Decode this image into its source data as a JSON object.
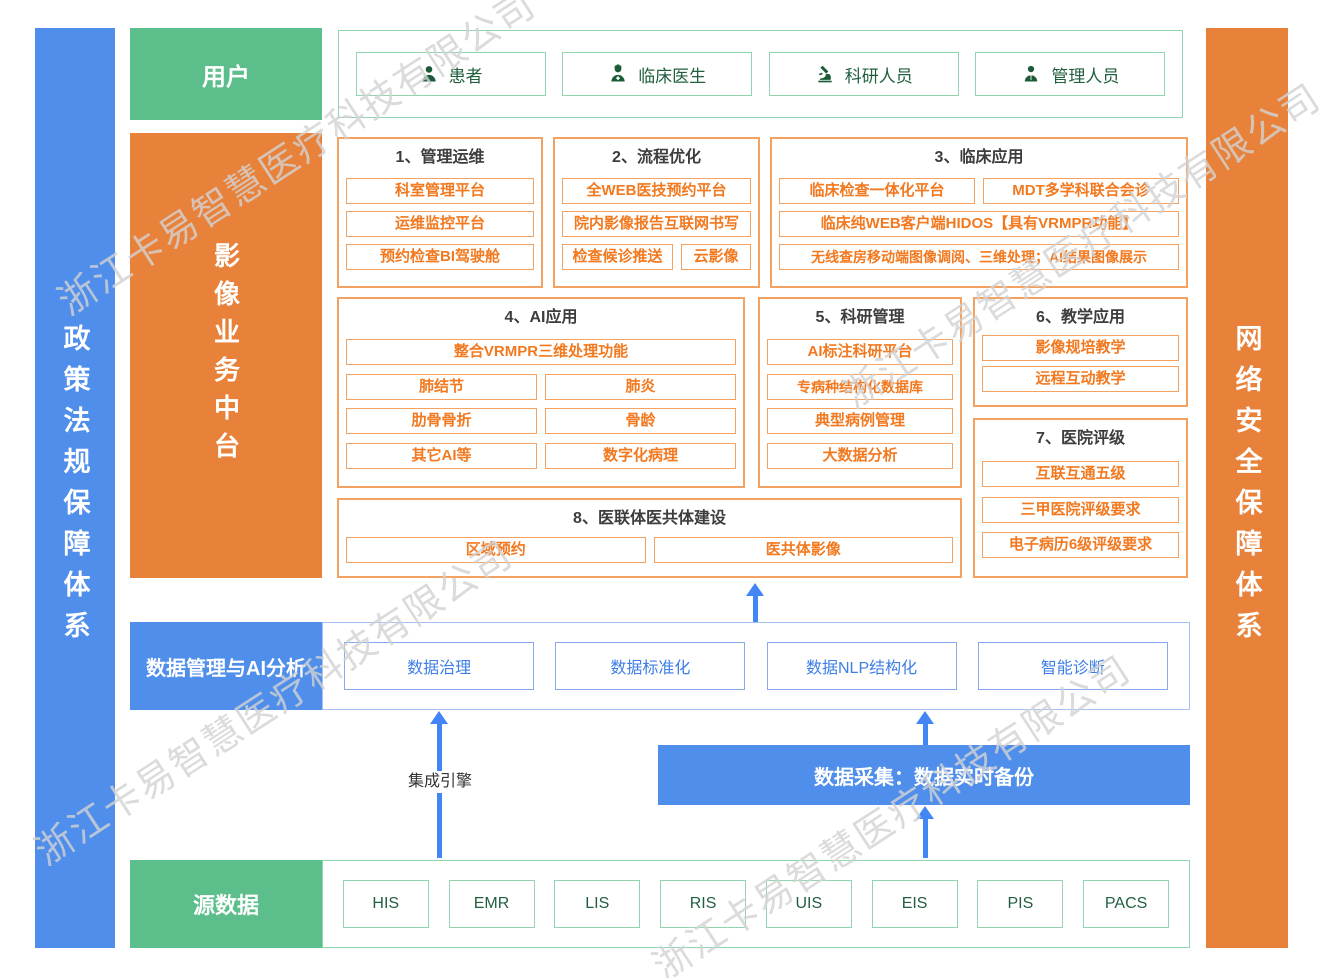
{
  "watermark": {
    "text": "浙江卡易智慧医疗科技有限公司"
  },
  "side_bars": {
    "left": "政策法规保障体系",
    "right": "网络安全保障体系"
  },
  "user_row": {
    "label": "用户",
    "items": [
      {
        "icon": "patient-icon",
        "label": "患者"
      },
      {
        "icon": "doctor-icon",
        "label": "临床医生"
      },
      {
        "icon": "microscope-icon",
        "label": "科研人员"
      },
      {
        "icon": "admin-icon",
        "label": "管理人员"
      }
    ]
  },
  "platform": {
    "label": "影像业务中台",
    "sections": [
      {
        "title": "1、管理运维",
        "items": [
          "科室管理平台",
          "运维监控平台",
          "预约检查BI驾驶舱"
        ]
      },
      {
        "title": "2、流程优化",
        "items": [
          "全WEB医技预约平台",
          "院内影像报告互联网书写",
          "检查候诊推送",
          "云影像"
        ]
      },
      {
        "title": "3、临床应用",
        "items": [
          "临床检查一体化平台",
          "MDT多学科联合会诊",
          "临床纯WEB客户端HIDOS【具有VRMPR功能】",
          "无线查房移动端图像调阅、三维处理；AI结果图像展示"
        ]
      },
      {
        "title": "4、AI应用",
        "items": [
          "整合VRMPR三维处理功能",
          "肺结节",
          "肺炎",
          "肋骨骨折",
          "骨龄",
          "其它AI等",
          "数字化病理"
        ]
      },
      {
        "title": "5、科研管理",
        "items": [
          "AI标注科研平台",
          "专病种结构化数据库",
          "典型病例管理",
          "大数据分析"
        ]
      },
      {
        "title": "6、教学应用",
        "items": [
          "影像规培教学",
          "远程互动教学"
        ]
      },
      {
        "title": "7、医院评级",
        "items": [
          "互联互通五级",
          "三甲医院评级要求",
          "电子病历6级评级要求"
        ]
      },
      {
        "title": "8、医联体医共体建设",
        "items": [
          "区域预约",
          "医共体影像"
        ]
      }
    ]
  },
  "data_mgmt": {
    "label": "数据管理与AI分析",
    "items": [
      "数据治理",
      "数据标准化",
      "数据NLP结构化",
      "智能诊断"
    ]
  },
  "integration": {
    "engine_label": "集成引擎",
    "collect_label": "数据采集：数据实时备份"
  },
  "source_row": {
    "label": "源数据",
    "items": [
      "HIS",
      "EMR",
      "LIS",
      "RIS",
      "UIS",
      "EIS",
      "PIS",
      "PACS"
    ]
  },
  "colors": {
    "green": "#5cbe8b",
    "green_border": "#90d5af",
    "green_text": "#215f3f",
    "orange": "#e8823a",
    "orange_border": "#f3a261",
    "orange_text": "#f2791f",
    "blue": "#4f8eea",
    "blue_text": "#3d7ee8",
    "arrow": "#4285f4"
  }
}
